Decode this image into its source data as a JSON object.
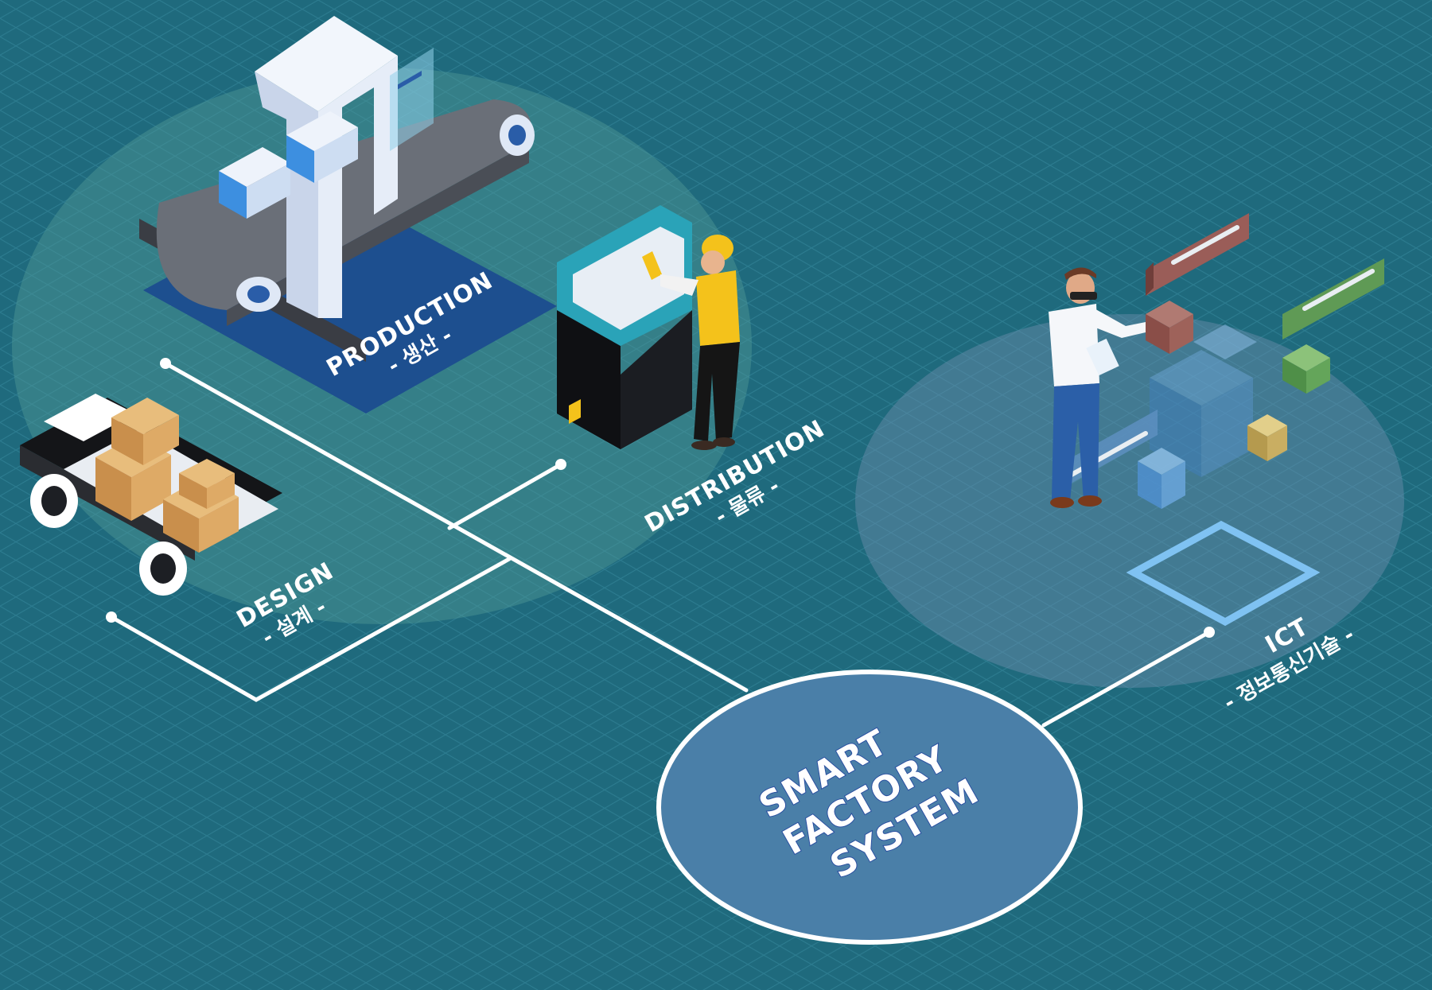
{
  "hub": {
    "lines": [
      "SMART",
      "FACTORY",
      "SYSTEM"
    ]
  },
  "nodes": {
    "production": {
      "title": "PRODUCTION",
      "subtitle": "- 생산 -"
    },
    "distribution": {
      "title": "DISTRIBUTION",
      "subtitle": "- 물류 -"
    },
    "design": {
      "title": "DESIGN",
      "subtitle": "- 설계 -"
    },
    "ict": {
      "title": "ICT",
      "subtitle": "- 정보통신기술 -"
    }
  },
  "colors": {
    "background": "#1f6a7d",
    "grid": "#2e7d90",
    "connector": "#ffffff",
    "hub_fill": "#4a7fa8",
    "hub_text_shadow": "#2a4fa0",
    "worker_vest": "#f4c21b",
    "box": "#d9a45e"
  },
  "icons": {
    "production": "conveyor-machine-icon",
    "distribution": "control-panel-worker-icon",
    "design": "cargo-cart-icon",
    "ict": "vr-engineer-icon"
  }
}
